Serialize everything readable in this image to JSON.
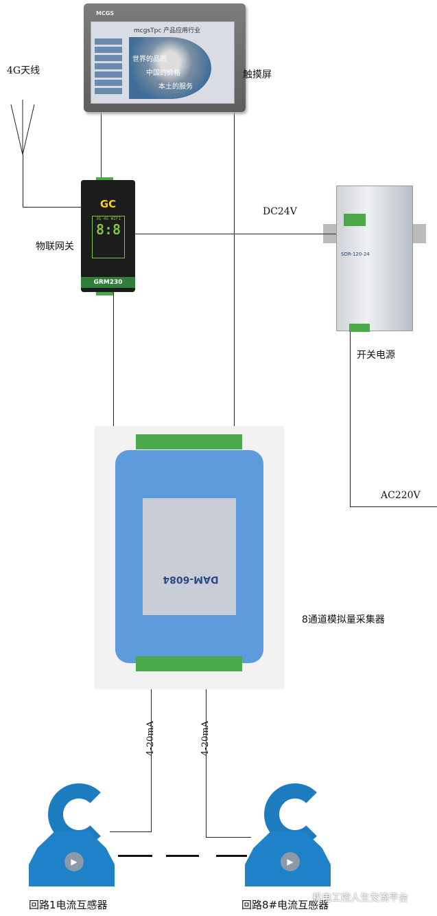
{
  "touchscreen": {
    "label": "触摸屏",
    "brand": "MCGS",
    "title": "mcgsTpc 产品应用行业",
    "slogan": [
      "世界的品质",
      "中国的价格",
      "本土的服务"
    ]
  },
  "antenna": {
    "label": "4G天线"
  },
  "gateway": {
    "label": "物联网关",
    "logo": "GC",
    "display": "8:8",
    "indicators": "3G 4G WIFI",
    "model": "GRM230"
  },
  "power_supply": {
    "label": "开关电源",
    "model": "SDR-120-24",
    "dc_label": "DC24V",
    "ac_label": "AC220V"
  },
  "collector": {
    "label": "8通道模拟量采集器",
    "model": "DAM-6084"
  },
  "signals": [
    "4-20mA",
    "4-20mA"
  ],
  "sensors": [
    {
      "label": "回路1电流互感器"
    },
    {
      "label": "回路8#电流互感器"
    }
  ],
  "watermark": "机电工控人生交流平台"
}
